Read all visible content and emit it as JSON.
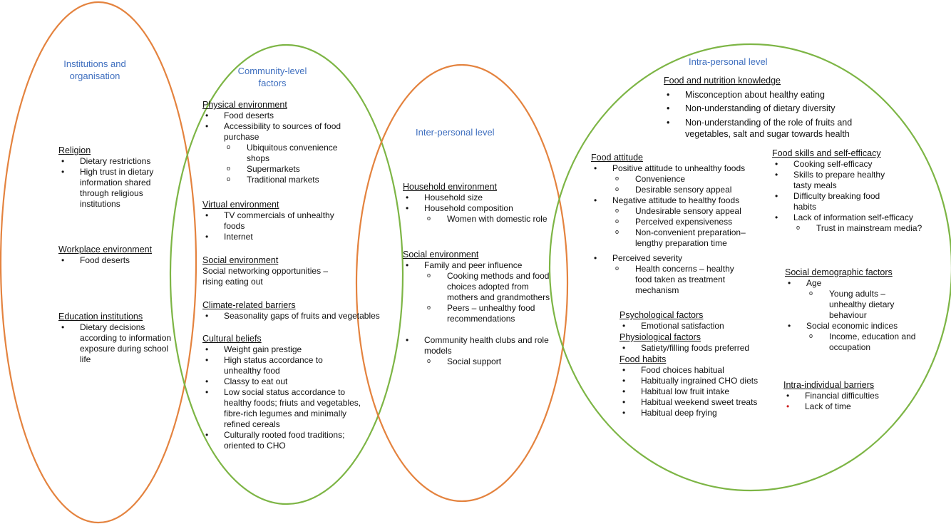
{
  "colors": {
    "orange": "#e4833f",
    "green": "#7db545",
    "title_blue": "#3f6fbf",
    "bullet_red": "#cc1f1f"
  },
  "institutions": {
    "title": "Institutions and\norganisation",
    "religion": {
      "heading": "Religion",
      "items": [
        "Dietary restrictions",
        "High trust in dietary\ninformation shared\nthrough religious\ninstitutions"
      ]
    },
    "workplace": {
      "heading": "Workplace environment",
      "items": [
        "Food deserts"
      ]
    },
    "education": {
      "heading": "Education institutions",
      "items": [
        "Dietary decisions\naccording to information\nexposure during school\nlife"
      ]
    }
  },
  "community": {
    "title": "Community-level\nfactors",
    "physical": {
      "heading": "Physical environment",
      "item1": "Food deserts",
      "item2": "Accessibility to sources of food\npurchase",
      "sub1": "Ubiquitous convenience\nshops",
      "sub2": "Supermarkets",
      "sub3": "Traditional markets"
    },
    "virtual": {
      "heading": "Virtual environment",
      "item1": "TV commercials of unhealthy\nfoods",
      "item2": "Internet"
    },
    "social": {
      "heading": "Social environment",
      "text": "Social networking opportunities –\nrising eating out"
    },
    "climate": {
      "heading": "Climate-related barriers",
      "item1": "Seasonality gaps of fruits and vegetables"
    },
    "cultural": {
      "heading": "Cultural beliefs",
      "item1": "Weight gain prestige",
      "item2": "High status accordance to\nunhealthy food",
      "item3": "Classy to eat out",
      "item4": "Low social status accordance to\nhealthy foods; friuts and vegetables,\nfibre-rich legumes and minimally\nrefined cereals",
      "item5": "Culturally rooted food traditions;\noriented to CHO"
    }
  },
  "interpersonal": {
    "title": "Inter-personal level",
    "household": {
      "heading": "Household environment",
      "item1": "Household size",
      "item2": "Household composition",
      "sub1": "Women with domestic role"
    },
    "social": {
      "heading": "Social environment",
      "item1": "Family and peer influence",
      "sub1": "Cooking methods and food\nchoices adopted from\nmothers and grandmothers",
      "sub2": "Peers – unhealthy food\nrecommendations",
      "item2": "Community health clubs and role\nmodels",
      "sub3": "Social support"
    }
  },
  "intrapersonal": {
    "title": "Intra-personal level",
    "knowledge": {
      "heading": "Food and nutrition knowledge",
      "item1": "Misconception about healthy eating",
      "item2": "Non-understanding of dietary diversity",
      "item3": "Non-understanding of the role of fruits and\nvegetables, salt and sugar towards health"
    },
    "attitude": {
      "heading": "Food attitude",
      "item1": "Positive attitude to unhealthy foods",
      "sub1": "Convenience",
      "sub2": "Desirable sensory appeal",
      "item2": "Negative attitude to healthy foods",
      "sub3": "Undesirable sensory appeal",
      "sub4": "Perceived expensiveness",
      "sub5": "Non-convenient preparation–\nlengthy preparation time",
      "item3": "Perceived severity",
      "sub6": "Health concerns – healthy\nfood taken as treatment\nmechanism"
    },
    "skills": {
      "heading": "Food skills and self-efficacy",
      "item1": "Cooking self-efficacy",
      "item2": "Skills to prepare healthy\ntasty meals",
      "item3": "Difficulty breaking food\nhabits",
      "item4": "Lack of information self-efficacy",
      "sub1": "Trust in mainstream media?"
    },
    "demographic": {
      "heading": "Social demographic factors",
      "item1": "Age",
      "sub1": "Young adults –\nunhealthy dietary\nbehaviour",
      "item2": "Social economic indices",
      "sub2": "Income, education and\noccupation"
    },
    "psych": {
      "heading": "Psychological factors",
      "item1": "Emotional satisfaction"
    },
    "physio": {
      "heading": "Physiological factors",
      "item1": "Satiety/filling foods preferred"
    },
    "habits": {
      "heading": "Food habits",
      "item1": "Food choices habitual",
      "item2": "Habitually ingrained CHO diets",
      "item3": "Habitual low fruit intake",
      "item4": "Habitual weekend sweet treats",
      "item5": "Habitual deep frying"
    },
    "barriers": {
      "heading": "Intra-individual barriers",
      "item1": "Financial difficulties",
      "item2": "Lack of time"
    }
  }
}
